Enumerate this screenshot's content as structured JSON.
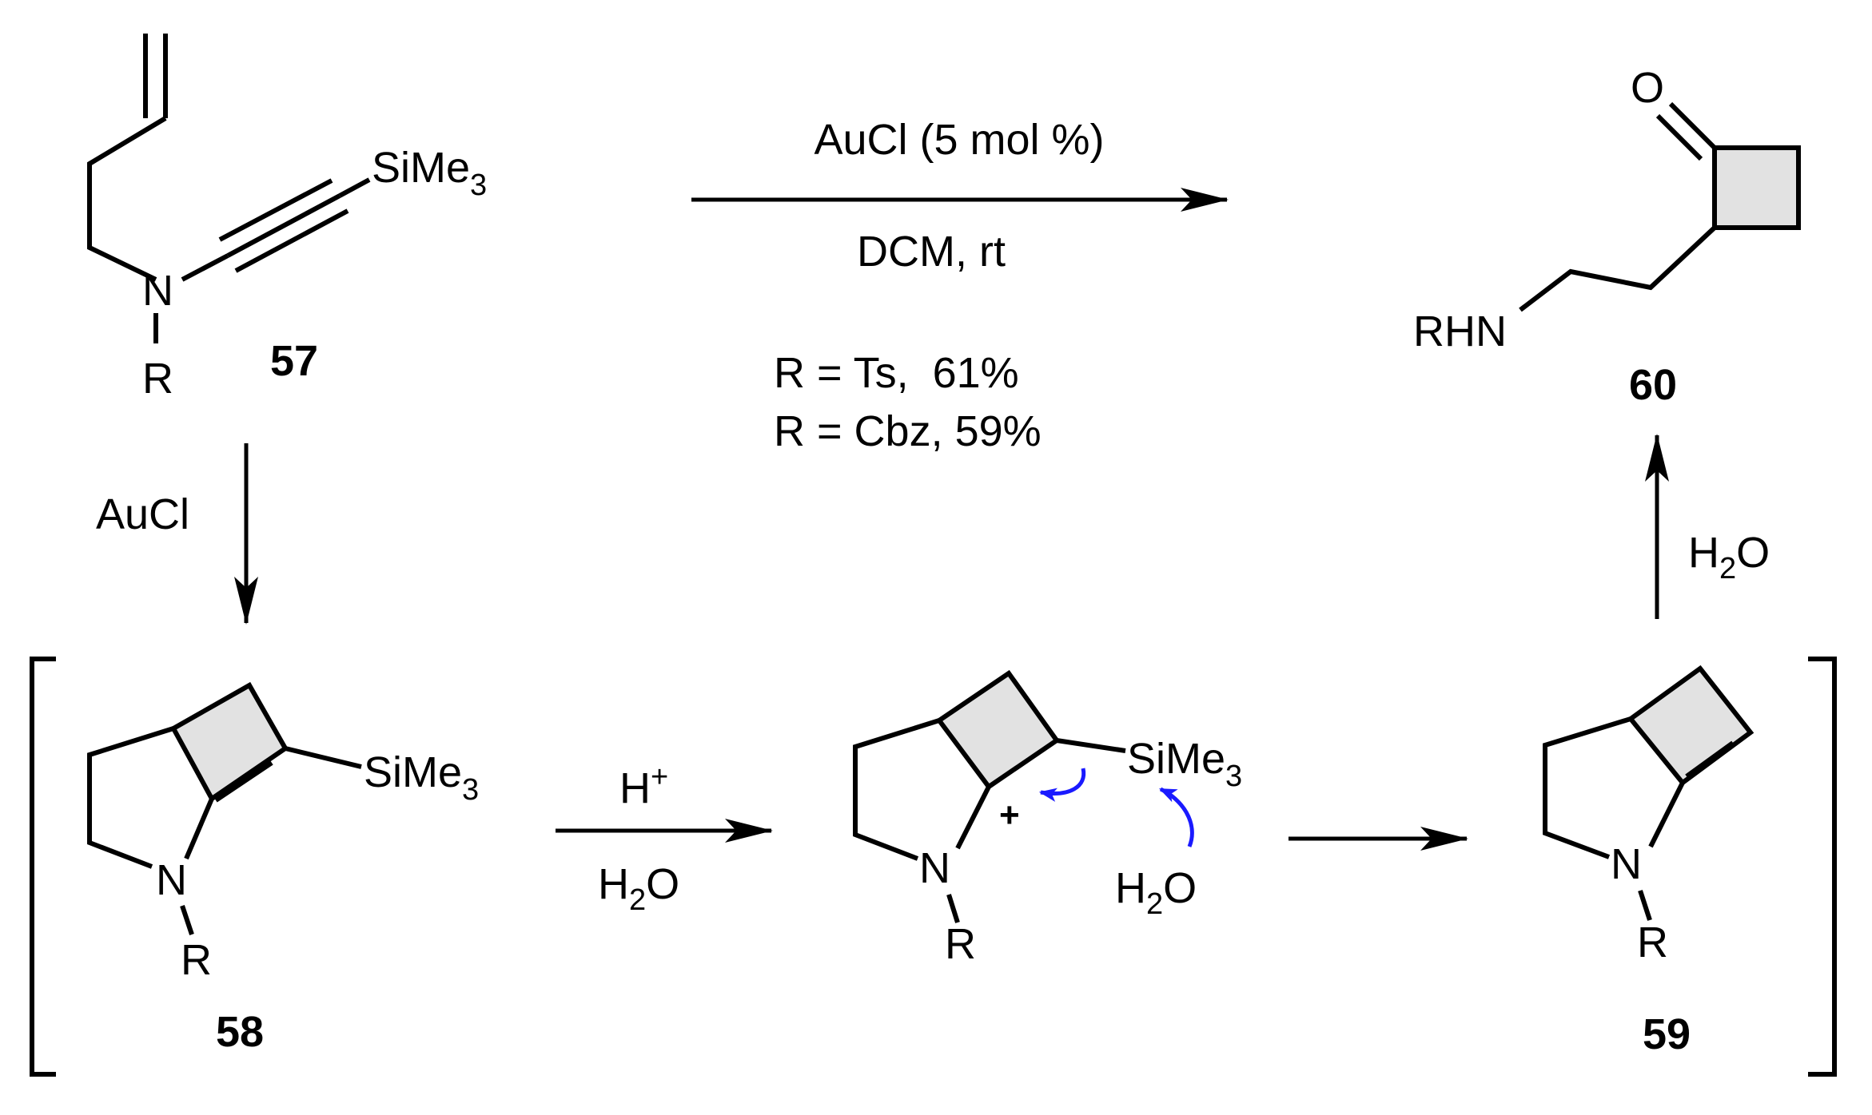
{
  "scheme": {
    "compounds": {
      "c57": {
        "label": "57",
        "substituent_silyl": "SiMe",
        "silyl_sub": "3",
        "n_atom": "N",
        "r_group": "R"
      },
      "c58": {
        "label": "58",
        "substituent_silyl": "SiMe",
        "silyl_sub": "3",
        "n_atom": "N",
        "r_group": "R"
      },
      "cation": {
        "substituent_silyl": "SiMe",
        "silyl_sub": "3",
        "n_atom": "N",
        "r_group": "R",
        "charge": "+",
        "nucleophile": "H",
        "nucleophile_sub": "2",
        "nucleophile_tail": "O"
      },
      "c59": {
        "label": "59",
        "n_atom": "N",
        "r_group": "R"
      },
      "c60": {
        "label": "60",
        "oxygen": "O",
        "amine": "RHN"
      }
    },
    "arrows": {
      "top": {
        "above": "AuCl (5 mol %)",
        "below": "DCM, rt",
        "yield_1": "R = Ts,  61%",
        "yield_2": "R = Cbz, 59%"
      },
      "down": {
        "label": "AuCl"
      },
      "step1": {
        "above_main": "H",
        "above_sup": "+",
        "below_main": "H",
        "below_sub": "2",
        "below_tail": "O"
      },
      "step2": {},
      "up": {
        "main": "H",
        "sub": "2",
        "tail": "O"
      }
    },
    "colors": {
      "ink": "#000000",
      "ring_fill": "#e2e2e2",
      "curly_arrow": "#1a1aff"
    }
  }
}
